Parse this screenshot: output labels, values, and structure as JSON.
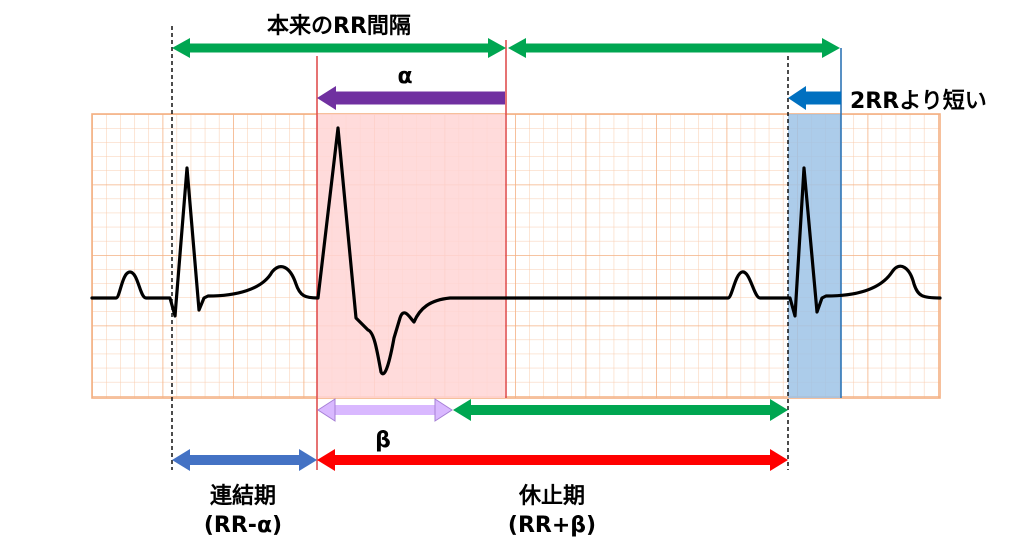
{
  "labels": {
    "original_rr": "本来のRR間隔",
    "alpha": "α",
    "shorter_than_2rr": "2RRより短い",
    "beta": "β",
    "coupling_period": "連結期",
    "coupling_formula": "(RR-α)",
    "pause_period": "休止期",
    "pause_formula": "(RR+β)"
  },
  "colors": {
    "green_arrow": "#00a651",
    "purple_arrow": "#7030a0",
    "blue_arrow": "#0070c0",
    "lavender_arrow": "#d9b8ff",
    "navy_arrow": "#4472c4",
    "red_arrow": "#ff0000",
    "grid_minor": "#f8cbad",
    "grid_major": "#f4b183",
    "pink_region": "#ffd5d5",
    "blue_region": "#9dc3e6",
    "red_line": "#e05050",
    "blue_line": "#2e75b6"
  }
}
